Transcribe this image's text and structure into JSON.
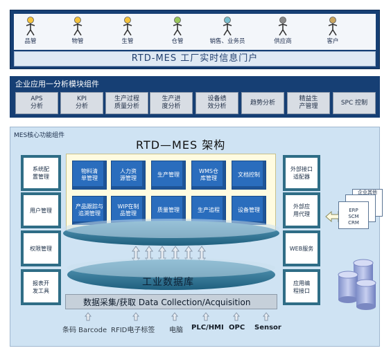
{
  "portal": {
    "users": [
      "品管",
      "物管",
      "生管",
      "仓管",
      "销售、业务员",
      "供应商",
      "客户"
    ],
    "title": "RTD-MES 工厂实时信息门户"
  },
  "analysis": {
    "title": "企业应用一分析模块组件",
    "modules": [
      "APS\n分析",
      "KPI\n分析",
      "生产过程\n质量分析",
      "生产进\n度分析",
      "设备绩\n效分析",
      "趋势分析",
      "精益生\n产管理",
      "SPC 控制"
    ]
  },
  "core": {
    "title": "MES核心功能组件",
    "arch_title": "RTD—MES 架构",
    "left_modules": [
      "系统配\n置管理",
      "用户管理",
      "权限管理",
      "报表开\n发工具"
    ],
    "right_modules": [
      "外部接口\n适配器",
      "外部应\n用代理",
      "WEB服务",
      "应用编\n程接口"
    ],
    "center_row1": [
      "物料清\n单管理",
      "人力资\n源管理",
      "生产管理",
      "WMS仓\n库管理",
      "文档控制"
    ],
    "center_row2": [
      "产品跟踪与\n追溯管理",
      "WIP在制\n品管理",
      "质量管理",
      "生产追程",
      "设备管理"
    ],
    "database": "工业数据库",
    "collection": "数据采集/获取 Data Collection/Acquisition",
    "sources": [
      "条码 Barcode",
      "RFID电子标签",
      "电脑",
      "PLC/HMI",
      "OPC",
      "Sensor"
    ],
    "external_systems": [
      "企业其他",
      "ERP\nSCM\nCRM"
    ]
  },
  "colors": {
    "portal_bg": "#163f74",
    "core_bg": "#cfe3f3",
    "cube": "#2a6dbd",
    "disc": "#2f7a99",
    "arrow": "#6b2a8f"
  }
}
